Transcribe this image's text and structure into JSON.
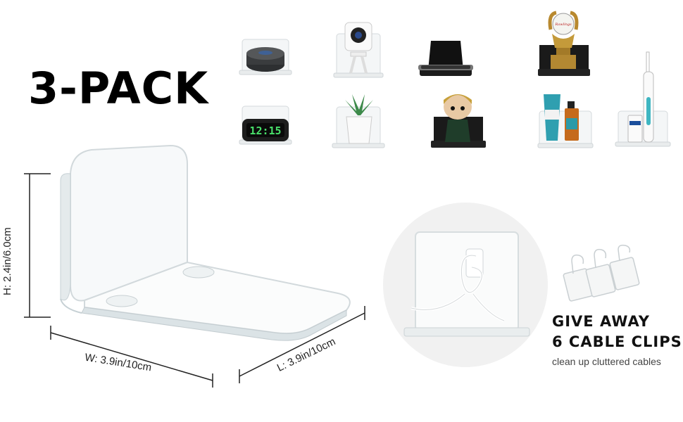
{
  "headline": "3-PACK",
  "thumbnails": {
    "clock_display": "12:15",
    "trophy_ball_text": "Rawlings"
  },
  "dimensions": {
    "height": "H: 2.4in/6.0cm",
    "width": "W: 3.9in/10cm",
    "length": "L: 3.9in/10cm"
  },
  "promo": {
    "line1": "GIVE AWAY",
    "line2": "6 CABLE CLIPS",
    "subtitle": "clean up cluttered cables"
  },
  "colors": {
    "acrylic_edge": "#b9c4c8",
    "dark_shelf": "#1a1a1a",
    "clock_digits": "#49e06a"
  }
}
